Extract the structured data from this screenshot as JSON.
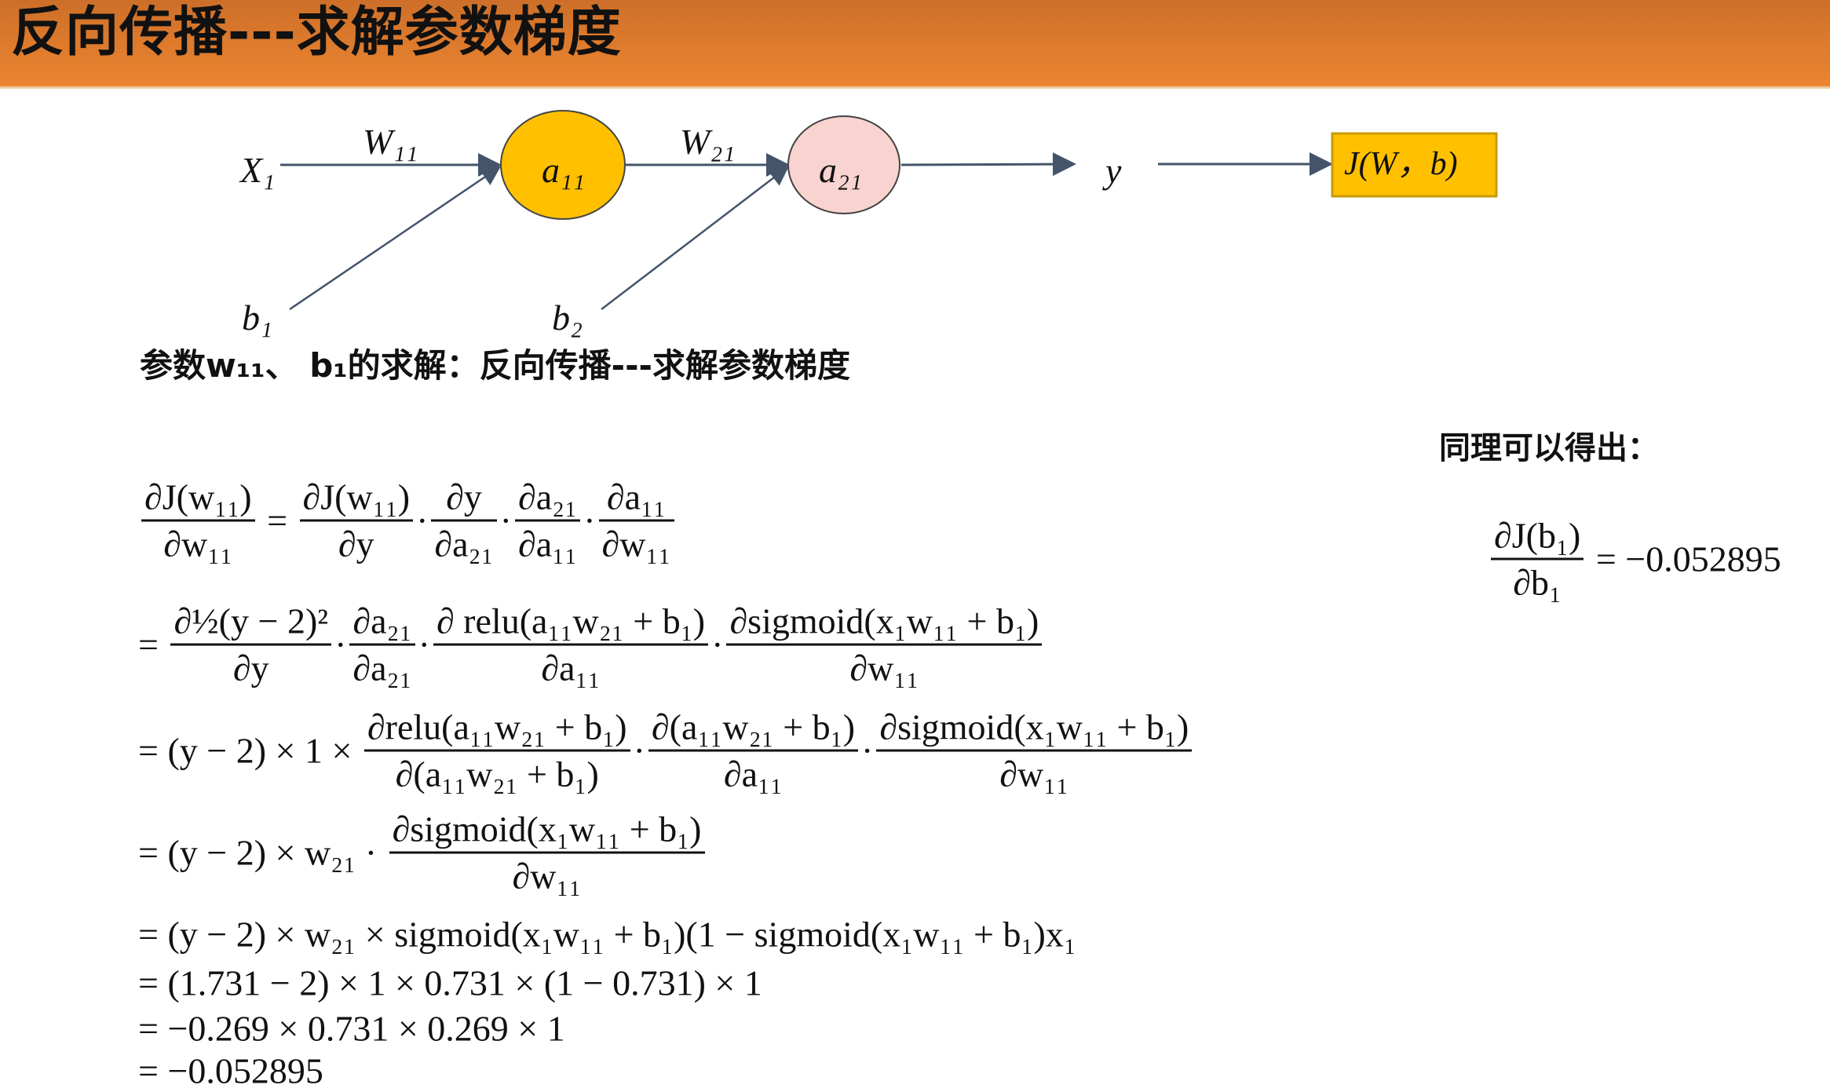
{
  "header": {
    "title": "反向传播---求解参数梯度"
  },
  "colors": {
    "header": "#e07a2e",
    "node_a11": "#ffc000",
    "node_a21": "#f8d3cf",
    "cost_box": "#ffc000",
    "arrow": "#44546a"
  },
  "diagram": {
    "x1": "X₁",
    "w11": "W₁₁",
    "a11": "a₁₁",
    "w21": "W₂₁",
    "a21": "a₂₁",
    "y": "y",
    "cost": "J(W，b)",
    "b1": "b₁",
    "b2": "b₂"
  },
  "subtitle": "参数w₁₁、 b₁的求解：反向传播---求解参数梯度",
  "same_text": "同理可以得出：",
  "equations": [
    [
      {
        "n": "∂J(w₁₁)",
        "d": "∂w₁₁"
      },
      {
        "t": " = "
      },
      {
        "n": "∂J(w₁₁)",
        "d": "∂y"
      },
      {
        "t": "·"
      },
      {
        "n": "∂y",
        "d": "∂a₂₁"
      },
      {
        "t": "·"
      },
      {
        "n": "∂a₂₁",
        "d": "∂a₁₁"
      },
      {
        "t": "·"
      },
      {
        "n": "∂a₁₁",
        "d": "∂w₁₁"
      }
    ],
    [
      {
        "t": "= "
      },
      {
        "n": "∂½(y − 2)²",
        "d": "∂y"
      },
      {
        "t": "·"
      },
      {
        "n": "∂a₂₁",
        "d": "∂a₂₁"
      },
      {
        "t": "·"
      },
      {
        "n": "∂ relu(a₁₁w₂₁ + b₁)",
        "d": "∂a₁₁"
      },
      {
        "t": "·"
      },
      {
        "n": "∂sigmoid(x₁w₁₁ + b₁)",
        "d": "∂w₁₁"
      }
    ],
    [
      {
        "t": "= (y − 2) × 1 × "
      },
      {
        "n": "∂relu(a₁₁w₂₁ + b₁)",
        "d": "∂(a₁₁w₂₁ + b₁)"
      },
      {
        "t": "·"
      },
      {
        "n": "∂(a₁₁w₂₁ + b₁)",
        "d": "∂a₁₁"
      },
      {
        "t": "·"
      },
      {
        "n": "∂sigmoid(x₁w₁₁ + b₁)",
        "d": "∂w₁₁"
      }
    ],
    [
      {
        "t": "= (y − 2) × w₂₁ · "
      },
      {
        "n": "∂sigmoid(x₁w₁₁ + b₁)",
        "d": "∂w₁₁"
      }
    ],
    [
      {
        "t": "= (y − 2) × w₂₁ × sigmoid(x₁w₁₁ + b₁)(1 − sigmoid(x₁w₁₁ + b₁)x₁"
      }
    ],
    [
      {
        "t": "= (1.731 − 2) × 1 × 0.731 × (1 − 0.731) × 1"
      }
    ],
    [
      {
        "t": "= −0.269 × 0.731 × 0.269 × 1"
      }
    ],
    [
      {
        "t": "= −0.052895"
      }
    ]
  ],
  "result_b1": [
    {
      "n": "∂J(b₁)",
      "d": "∂b₁"
    },
    {
      "t": " = −0.052895"
    }
  ]
}
